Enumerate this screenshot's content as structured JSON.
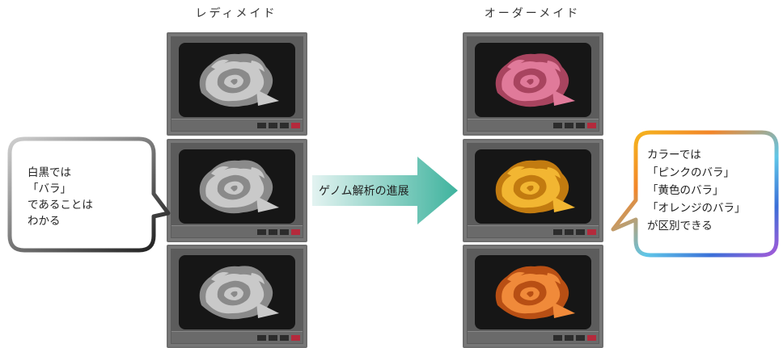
{
  "diagram": {
    "left_column_title": "レディメイド",
    "right_column_title": "オーダーメイド",
    "arrow_label": "ゲノム解析の進展",
    "left_bubble_lines": [
      "白黒では",
      "「バラ」",
      "であることは",
      "わかる"
    ],
    "right_bubble_lines": [
      "カラーでは",
      "「ピンクのバラ」",
      "「黄色のバラ」",
      "「オレンジのバラ」",
      "が区別できる"
    ],
    "left_screens": [
      {
        "rose_color": "gray",
        "petal": "#c9c9c9",
        "shade": "#8a8a8a"
      },
      {
        "rose_color": "gray",
        "petal": "#c9c9c9",
        "shade": "#8a8a8a"
      },
      {
        "rose_color": "gray",
        "petal": "#c9c9c9",
        "shade": "#8a8a8a"
      }
    ],
    "right_screens": [
      {
        "rose_color": "pink",
        "petal": "#e07a9a",
        "shade": "#a8445f"
      },
      {
        "rose_color": "yellow",
        "petal": "#f2b632",
        "shade": "#c27b10"
      },
      {
        "rose_color": "orange",
        "petal": "#f08a3a",
        "shade": "#b84f14"
      }
    ],
    "colors": {
      "arrow_gradient_start": "#e3f3f1",
      "arrow_gradient_end": "#3fb39e",
      "left_bubble_border_start": "#cfcfcf",
      "left_bubble_border_end": "#1a1a1a",
      "right_bubble_border": [
        "#f6c21a",
        "#f2862a",
        "#5fc6e8",
        "#3a6fd8",
        "#a45ad8"
      ]
    },
    "icons": {
      "rose": "rose-icon",
      "tv": "tv-monitor-icon"
    }
  }
}
